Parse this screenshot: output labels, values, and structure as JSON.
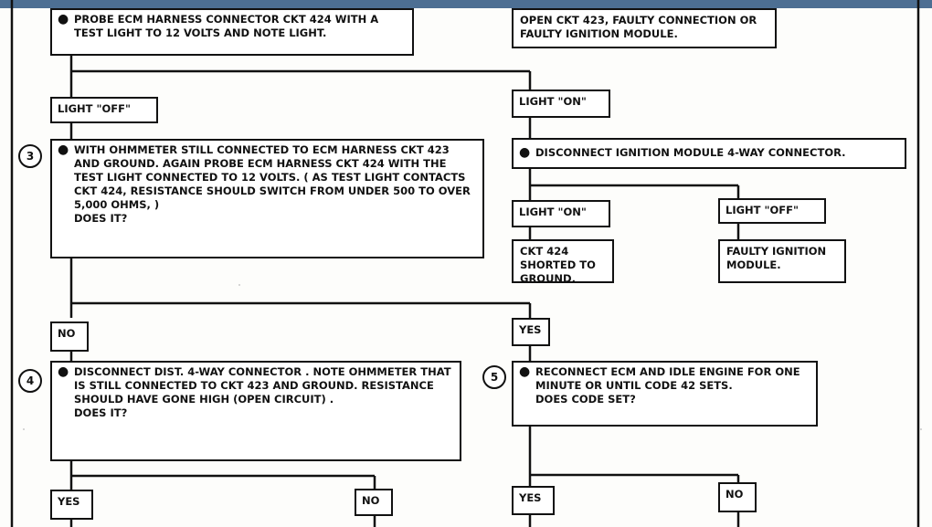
{
  "top_left_box": {
    "text": "PROBE ECM HARNESS CONNECTOR CKT 424 WITH A TEST LIGHT TO 12  VOLTS AND NOTE LIGHT."
  },
  "top_right_box": {
    "text": "OPEN CKT 423, FAULTY CONNECTION OR FAULTY IGNITION MODULE."
  },
  "label_light_off_1": "LIGHT \"OFF\"",
  "label_light_on_1": "LIGHT \"ON\"",
  "step3": {
    "number": "3",
    "text": "WITH OHMMETER STILL CONNECTED TO ECM HARNESS CKT 423 AND GROUND.  AGAIN PROBE ECM HARNESS CKT 424 WITH THE TEST LIGHT CONNECTED TO 12 VOLTS.  ( AS TEST LIGHT CONTACTS CKT 424, RESISTANCE SHOULD SWITCH FROM UNDER 500 TO OVER 5,000 OHMS, )",
    "question": "DOES IT?"
  },
  "disconnect_box": {
    "text": "DISCONNECT IGNITION MODULE 4-WAY CONNECTOR."
  },
  "label_light_on_2": "LIGHT \"ON\"",
  "label_light_off_2": "LIGHT \"OFF\"",
  "ckt_shorted_box": {
    "text": "CKT 424  SHORTED TO GROUND."
  },
  "faulty_module_box": {
    "text": "FAULTY IGNITION MODULE."
  },
  "label_no_1": "NO",
  "label_yes_1": "YES",
  "step4": {
    "number": "4",
    "text": "DISCONNECT DIST. 4-WAY CONNECTOR .  NOTE OHMMETER THAT IS STILL CONNECTED TO CKT 423  AND GROUND. RESISTANCE SHOULD HAVE GONE HIGH (OPEN CIRCUIT) .",
    "question": "DOES IT?"
  },
  "step5": {
    "number": "5",
    "text": "RECONNECT ECM AND IDLE ENGINE FOR ONE MINUTE OR UNTIL CODE 42 SETS.",
    "question": "DOES CODE SET?"
  },
  "label_yes_2": "YES",
  "label_no_2": "NO",
  "label_yes_3": "YES",
  "label_no_3": "NO",
  "colors": {
    "line": "#111111",
    "page": "#fdfdfb",
    "titlebar": "#4d6f93"
  }
}
